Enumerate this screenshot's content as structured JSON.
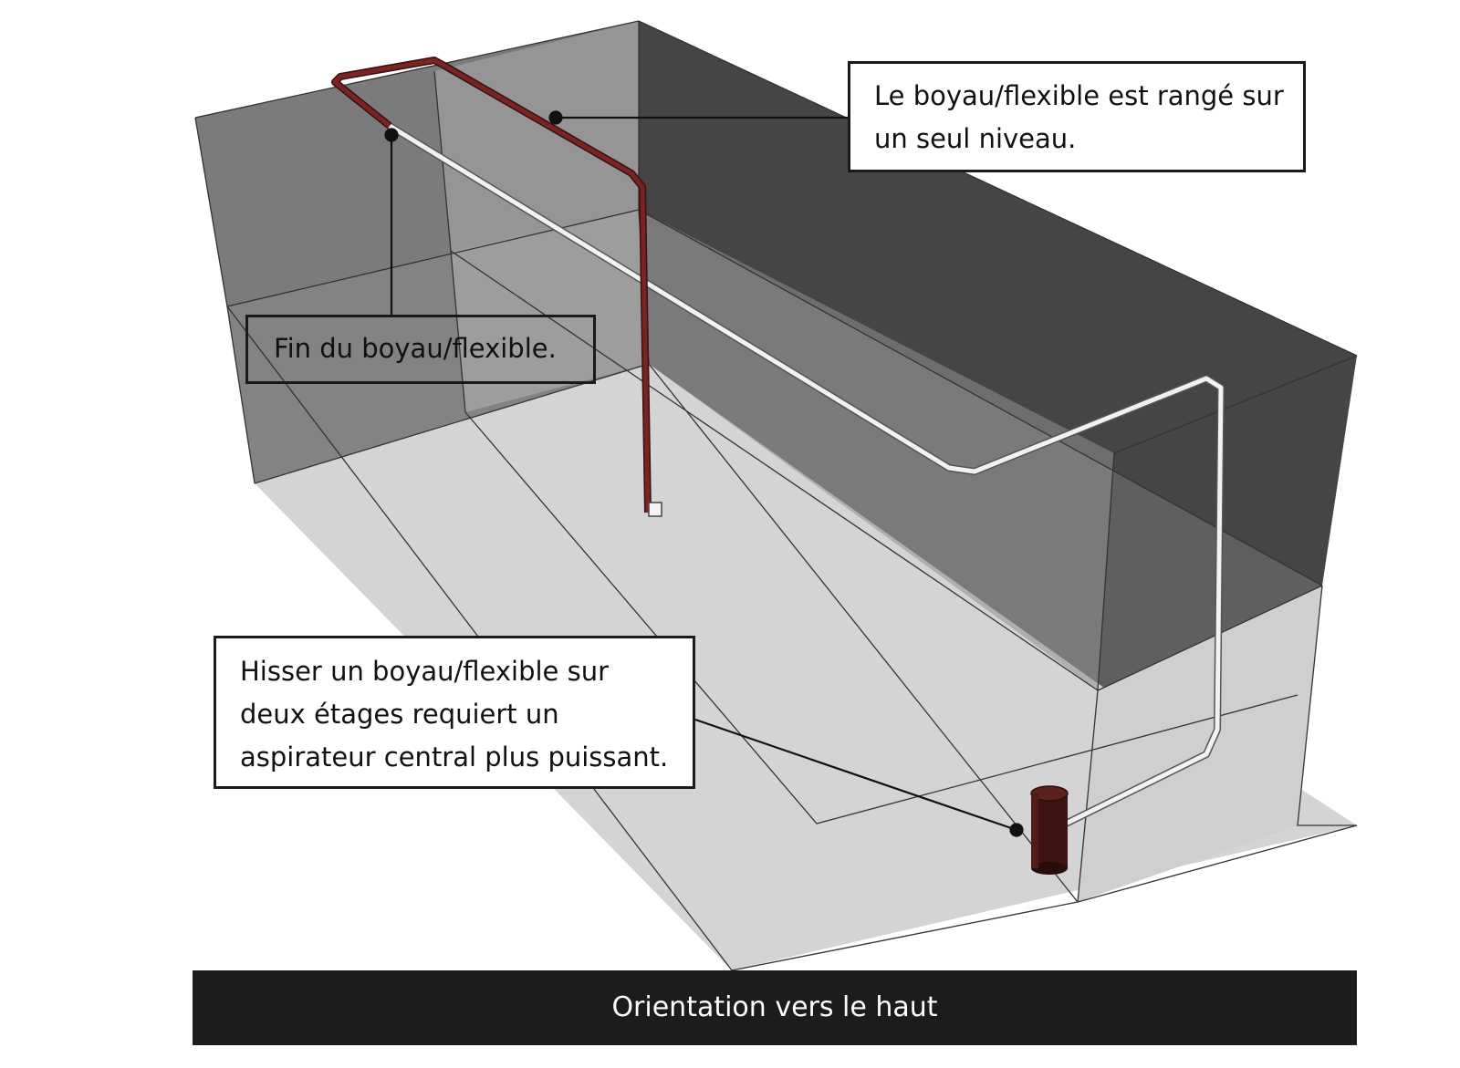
{
  "callouts": {
    "single_level": {
      "lines": [
        "Le boyau/flexible est rangé sur",
        "un seul niveau."
      ]
    },
    "hose_end": {
      "lines": [
        "Fin du boyau/flexible."
      ]
    },
    "two_floors": {
      "lines": [
        "Hisser un boyau/flexible sur",
        "deux étages requiert un",
        "aspirateur central plus puissant."
      ]
    }
  },
  "caption": "Orientation vers le haut",
  "colors": {
    "floor": "#d4d4d4",
    "back_wall": "#484848",
    "left_wall": "#7a7a7a",
    "red_hose": "#6b1f1f",
    "white_pipe": "#eeeeee",
    "caption_bar": "#1c1c1c"
  },
  "icons": {
    "vacuum_unit": "cylinder-canister",
    "wall_inlet": "square-inlet"
  }
}
